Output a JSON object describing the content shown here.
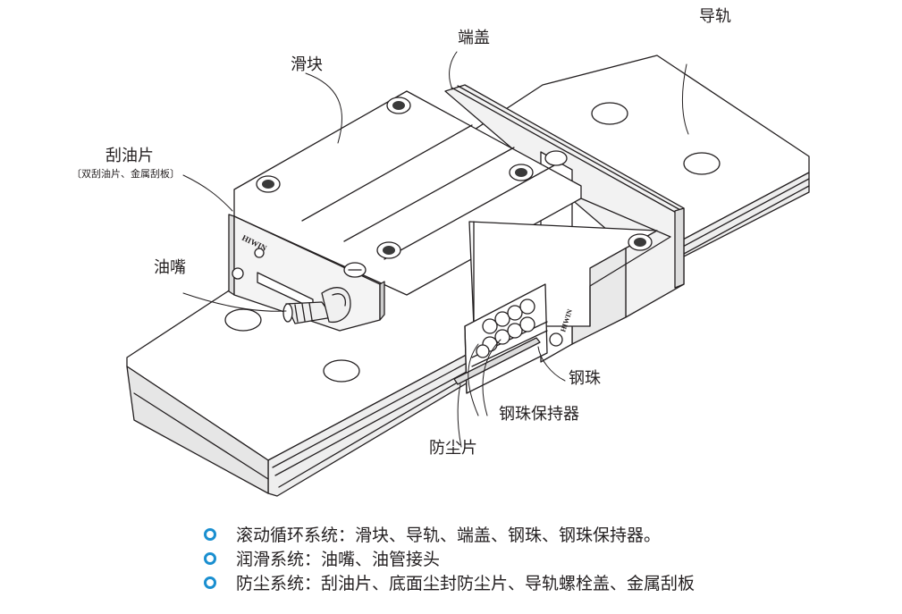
{
  "callouts": {
    "rail": "导轨",
    "end_cap": "端盖",
    "block": "滑块",
    "scraper": "刮油片",
    "scraper_note": "〔双刮油片、金属刮板〕",
    "grease_nipple": "油嘴",
    "steel_ball": "钢珠",
    "ball_retainer": "钢珠保持器",
    "dust_seal": "防尘片"
  },
  "logo": {
    "block_text": "HIWIN",
    "endcap_text": "HIWIN"
  },
  "legend": [
    {
      "text": "滚动循环系统：滑块、导轨、端盖、钢珠、钢珠保持器。"
    },
    {
      "text": "润滑系统：油嘴、油管接头"
    },
    {
      "text": "防尘系统：刮油片、底面尘封防尘片、导轨螺栓盖、金属刮板"
    }
  ],
  "colors": {
    "bullet": "#1a8fd0",
    "line": "#231f20",
    "face_light": "#ffffff",
    "face_shade": "#e6e6e6"
  }
}
